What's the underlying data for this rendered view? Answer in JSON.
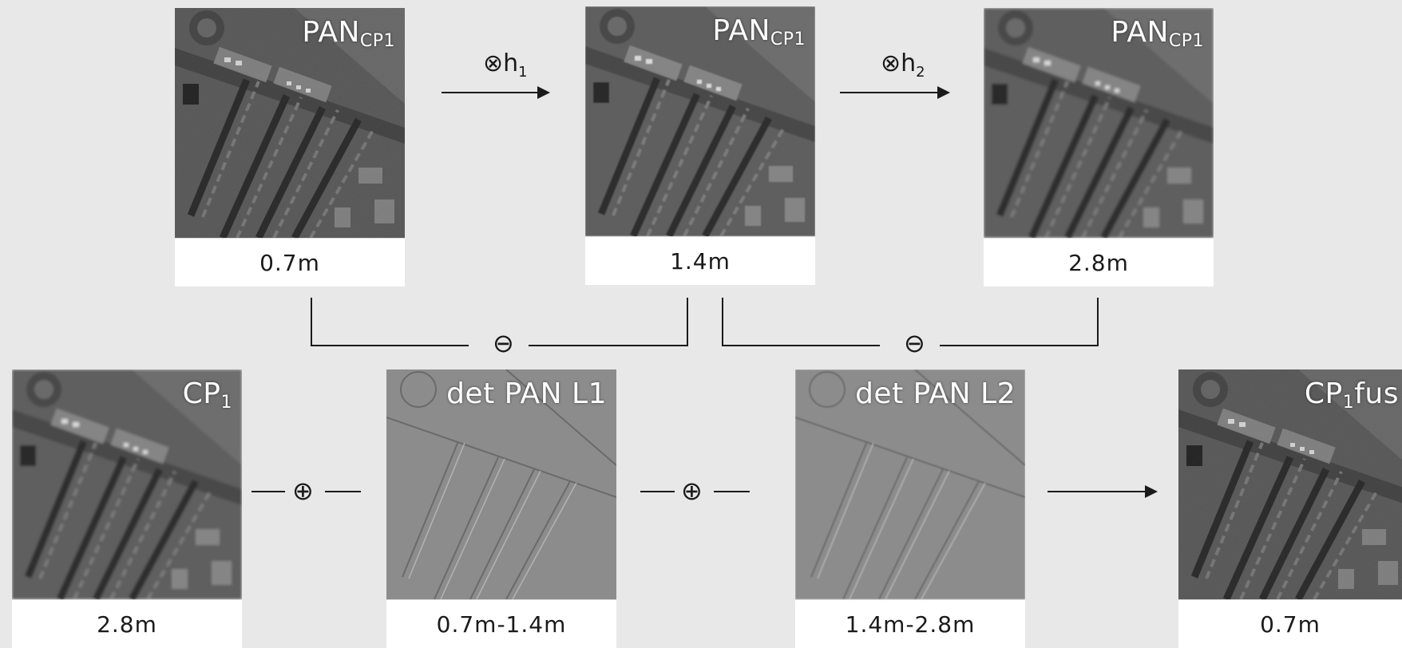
{
  "top_row": [
    {
      "label_main": "PAN",
      "label_sub": "CP1",
      "resolution": "0.7m"
    },
    {
      "label_main": "PAN",
      "label_sub": "CP1",
      "resolution": "1.4m"
    },
    {
      "label_main": "PAN",
      "label_sub": "CP1",
      "resolution": "2.8m"
    }
  ],
  "operators": {
    "filter1_main": "⊗h",
    "filter1_sub": "1",
    "filter2_main": "⊗h",
    "filter2_sub": "2",
    "minus": "⊖",
    "plus": "⊕"
  },
  "bottom_row": [
    {
      "label_main": "CP",
      "label_sub": "1",
      "label_suffix": "",
      "resolution": "2.8m"
    },
    {
      "label_main": "det PAN L1",
      "label_sub": "",
      "label_suffix": "",
      "resolution": "0.7m-1.4m"
    },
    {
      "label_main": "det PAN L2",
      "label_sub": "",
      "label_suffix": "",
      "resolution": "1.4m-2.8m"
    },
    {
      "label_main": "CP",
      "label_sub": "1",
      "label_suffix": "fus",
      "resolution": "0.7m"
    }
  ]
}
